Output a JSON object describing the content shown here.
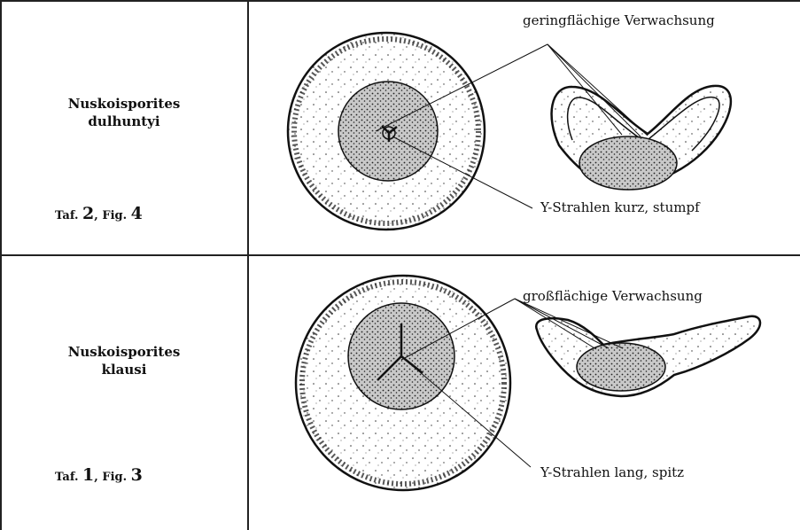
{
  "rows": [
    {
      "species_line1": "Nuskoisporites",
      "species_line2": "dulhuntyi",
      "ref_prefix": "Taf.",
      "ref_plate": "2",
      "ref_sep": ", Fig.",
      "ref_fig": "4",
      "label_top": "geringflächige Verwachsung",
      "label_bottom": "Y-Strahlen kurz, stumpf"
    },
    {
      "species_line1": "Nuskoisporites",
      "species_line2": "klausi",
      "ref_prefix": "Taf.",
      "ref_plate": "1",
      "ref_sep": ", Fig.",
      "ref_fig": "3",
      "label_top": "großflächige Verwachsung",
      "label_bottom": "Y-Strahlen lang, spitz"
    }
  ]
}
